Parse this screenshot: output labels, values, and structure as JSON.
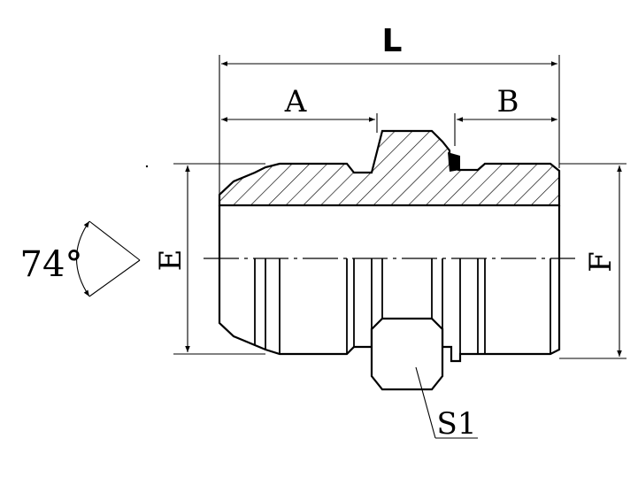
{
  "diagram": {
    "labels": {
      "overall_length": "L",
      "left_length": "A",
      "right_length": "B",
      "left_thread": "E",
      "right_thread": "F",
      "hex": "S1",
      "angle": "74°"
    },
    "colors": {
      "line": "#000000",
      "background": "#ffffff"
    }
  }
}
